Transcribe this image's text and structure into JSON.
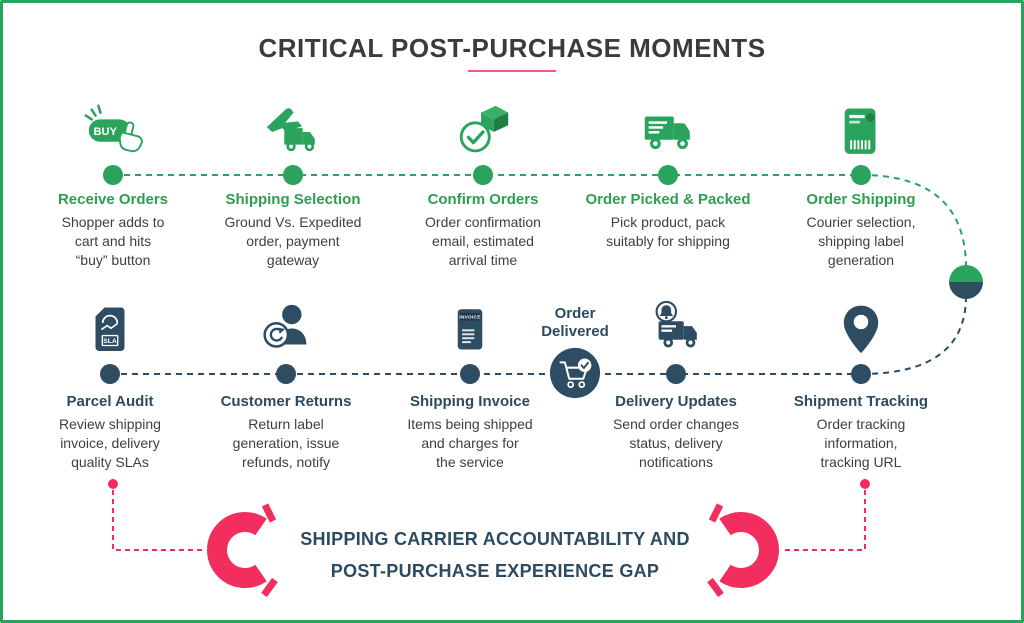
{
  "page": {
    "title": "CRITICAL POST-PURCHASE MOMENTS"
  },
  "colors": {
    "green": "#2aa45c",
    "navy": "#2e4d62",
    "pink": "#f22e5e",
    "text": "#3f3f3f"
  },
  "top_steps": [
    {
      "title": "Receive Orders",
      "description": "Shopper adds to\ncart and hits\n“buy” button",
      "icon": "buy-button-click-icon",
      "icon_label": "BUY"
    },
    {
      "title": "Shipping Selection",
      "description": "Ground Vs. Expedited\norder, payment\ngateway",
      "icon": "plane-truck-icon"
    },
    {
      "title": "Confirm Orders",
      "description": "Order confirmation\nemail, estimated\narrival time",
      "icon": "package-check-icon"
    },
    {
      "title": "Order Picked & Packed",
      "description": "Pick product, pack\nsuitably for shipping",
      "icon": "delivery-truck-icon"
    },
    {
      "title": "Order Shipping",
      "description": "Courier selection,\nshipping label\ngeneration",
      "icon": "shipping-label-icon"
    }
  ],
  "bottom_steps": [
    {
      "title": "Parcel Audit",
      "description": "Review shipping\ninvoice, delivery\nquality SLAs",
      "icon": "sla-document-icon",
      "icon_label": "SLA"
    },
    {
      "title": "Customer Returns",
      "description": "Return label\ngeneration, issue\nrefunds, notify",
      "icon": "customer-return-icon"
    },
    {
      "title": "Shipping Invoice",
      "description": "Items being shipped\nand charges for\nthe service",
      "icon": "invoice-document-icon",
      "icon_label": "INVOICE"
    },
    {
      "title": "Delivery Updates",
      "description": "Send order changes\nstatus, delivery\nnotifications",
      "icon": "truck-bell-icon"
    },
    {
      "title": "Shipment Tracking",
      "description": "Order tracking\ninformation,\ntracking URL",
      "icon": "location-pin-icon"
    }
  ],
  "center_badge": {
    "label": "Order\nDelivered",
    "icon": "cart-check-icon"
  },
  "banner": {
    "line1": "SHIPPING CARRIER ACCOUNTABILITY AND",
    "line2": "POST-PURCHASE EXPERIENCE GAP"
  }
}
